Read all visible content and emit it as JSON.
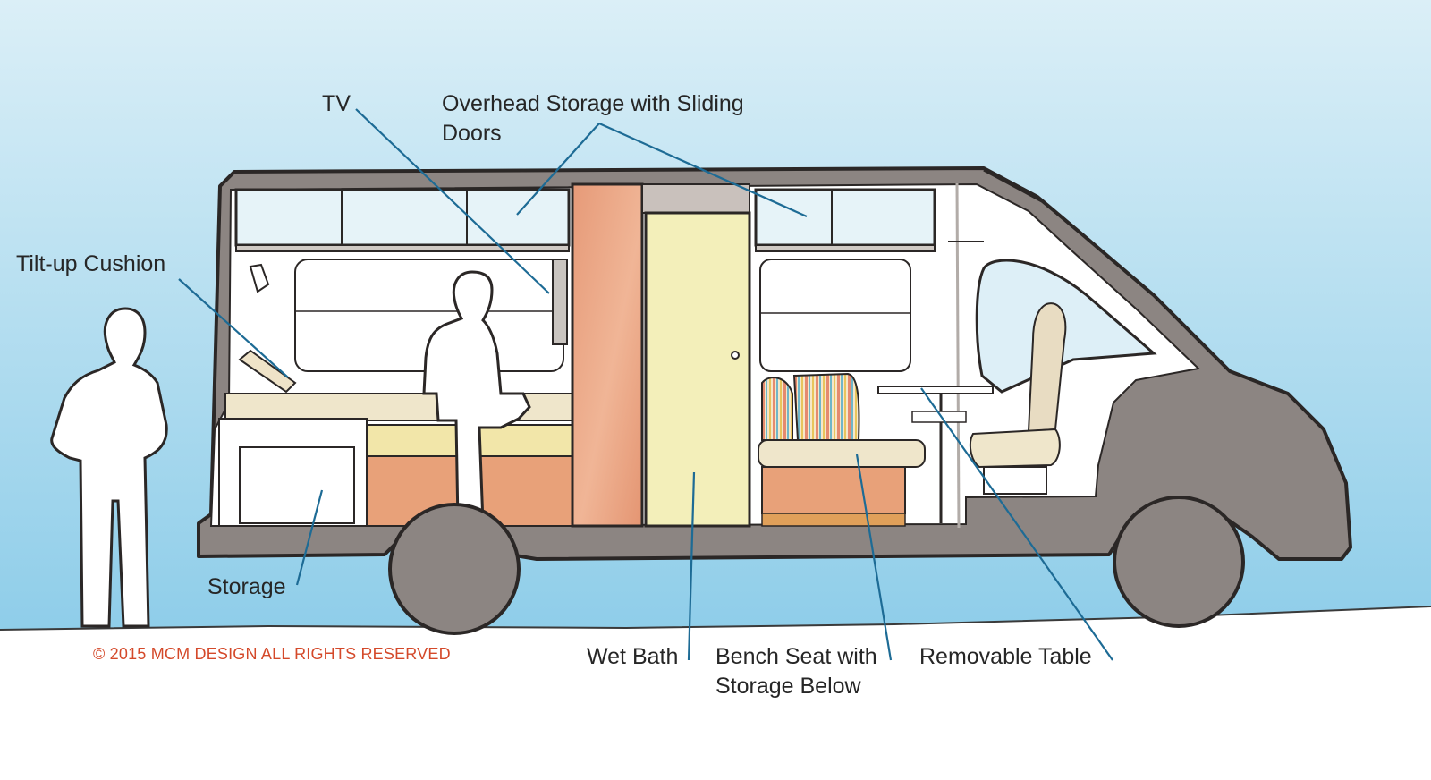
{
  "labels": {
    "tv": "TV",
    "overhead_storage": [
      "Overhead Storage with Sliding",
      "Doors"
    ],
    "tilt_up_cushion": "Tilt-up Cushion",
    "storage": "Storage",
    "wet_bath": "Wet Bath",
    "bench_seat": [
      "Bench Seat with",
      "Storage Below"
    ],
    "removable_table": "Removable Table"
  },
  "copyright": "© 2015 MCM DESIGN ALL RIGHTS RESERVED",
  "colors": {
    "sky_top": "#d7edf6",
    "sky_bottom": "#8fcde9",
    "ground": "#ffffff",
    "van_body": "#8c8582",
    "van_outline": "#2b2726",
    "wet_bath_door": "#f3efba",
    "bath_wall": "#e9a07d",
    "bench_base": "#e8a179",
    "leader_line": "#1d6b95",
    "copyright_text": "#d4492a"
  }
}
